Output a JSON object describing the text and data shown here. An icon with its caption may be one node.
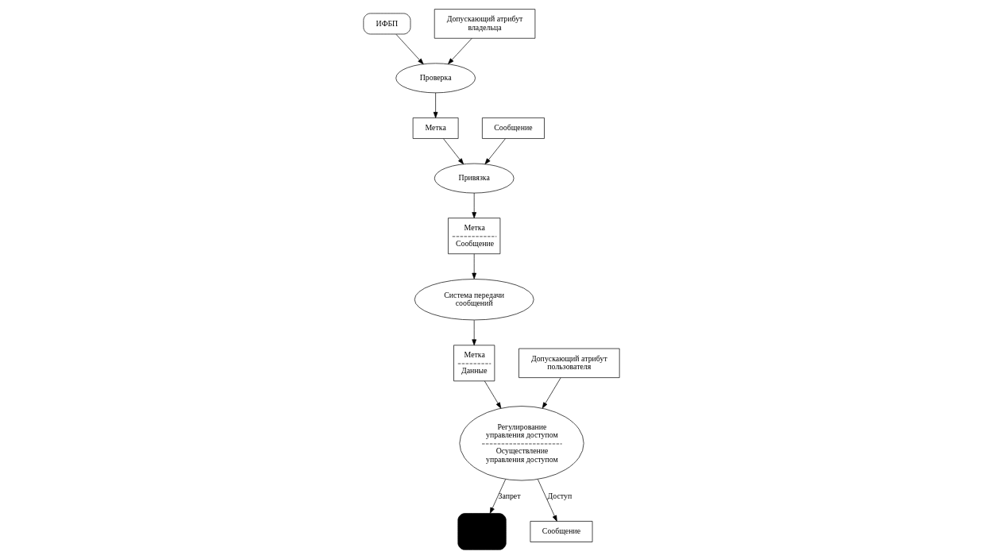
{
  "diagram": {
    "nodes": [
      {
        "text": [
          "ИФБП"
        ]
      },
      {
        "text": [
          "Допускающий атрибут владельца"
        ]
      },
      {
        "text": [
          "Проверка"
        ]
      },
      {
        "text": [
          "Метка"
        ]
      },
      {
        "text": [
          "Привязка"
        ]
      },
      {
        "text": [
          "Сообщение"
        ]
      },
      {
        "text": [
          "Метка",
          "Сообщение"
        ]
      },
      {
        "text": [
          "Система передачи сообщений"
        ]
      },
      {
        "text": [
          "Метка",
          "Данные"
        ]
      },
      {
        "text": [
          "Допускающий атрибут пользователя"
        ]
      },
      {
        "text": [
          "Регулирование управления доступом",
          "Осуществление управления доступом"
        ]
      },
      {
        "text": [],
        "shape": "box"
      },
      {
        "text": [
          "Сообщение"
        ]
      }
    ],
    "edges": [
      {
        "from": 0,
        "to": 2,
        "arrow": "to"
      },
      {
        "from": 1,
        "to": 2,
        "arrow": "to"
      },
      {
        "from": 2,
        "to": 3,
        "arrow": "to"
      },
      {
        "from": 3,
        "to": 4,
        "arrow": "to"
      },
      {
        "from": 5,
        "to": 4,
        "arrow": "to"
      },
      {
        "from": 4,
        "to": 6,
        "arrow": "to"
      },
      {
        "from": 6,
        "to": 7,
        "arrow": "to"
      },
      {
        "from": 7,
        "to": 8,
        "arrow": "to"
      },
      {
        "from": 8,
        "to": 10,
        "arrow": "to"
      },
      {
        "from": 9,
        "to": 10,
        "arrow": "to"
      },
      {
        "from": 10,
        "to": 11,
        "arrow": "to",
        "label": "Запрет"
      },
      {
        "from": 10,
        "to": 12,
        "arrow": "to",
        "label": "Доступ"
      }
    ]
  }
}
